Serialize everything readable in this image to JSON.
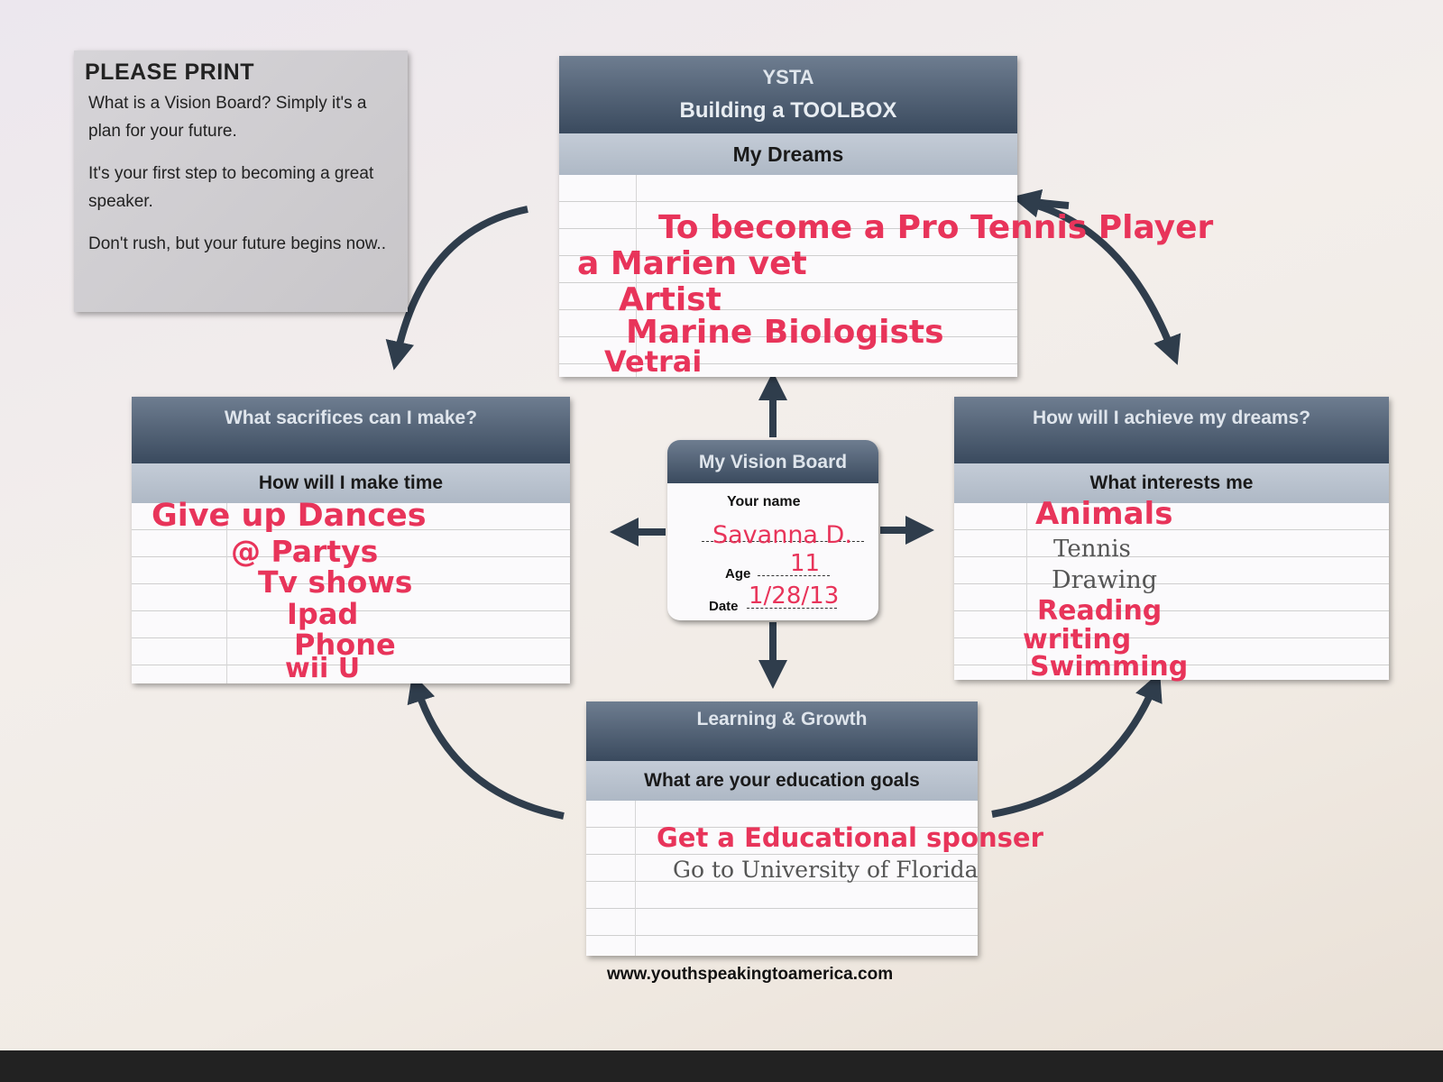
{
  "info_box": {
    "title": "PLEASE PRINT",
    "para1": "What is a Vision Board? Simply it's a plan for your future.",
    "para2": "It's your first step to becoming a great speaker.",
    "para3": "Don't rush, but your future begins now.."
  },
  "dreams_card": {
    "title_line1": "YSTA",
    "title_line2": "Building a TOOLBOX",
    "subtitle": "My Dreams",
    "entries": [
      "To become a Pro Tennis Player",
      "a Marien vet",
      "Artist",
      "Marine Biologists",
      "Vetrai"
    ]
  },
  "sacrifices_card": {
    "title": "What sacrifices can I make?",
    "subtitle": "How will I make time",
    "entries": [
      "Give up Dances",
      "@ Partys",
      "Tv shows",
      "Ipad",
      "Phone",
      "wii U"
    ]
  },
  "achieve_card": {
    "title": "How will I achieve my dreams?",
    "subtitle": "What interests me",
    "entries_ink": [
      "Animals"
    ],
    "entries_pencil": [
      "Tennis",
      "Drawing"
    ],
    "entries_ink2": [
      "Reading",
      "writing",
      "Swimming"
    ]
  },
  "center_card": {
    "title": "My Vision Board",
    "name_label": "Your name",
    "name_value": "Savanna D.",
    "age_label": "Age",
    "age_value": "11",
    "date_label": "Date",
    "date_value": "1/28/13"
  },
  "learning_card": {
    "title": "Learning & Growth",
    "subtitle": "What are your education goals",
    "entry_ink": "Get a Educational sponser",
    "entry_pencil": "Go to University of Florida"
  },
  "footer": {
    "url": "www.youthspeakingtoamerica.com"
  },
  "colors": {
    "ink": "#e8345a",
    "header_dark": "#3a4a5e",
    "arrow": "#2f3d4c"
  }
}
